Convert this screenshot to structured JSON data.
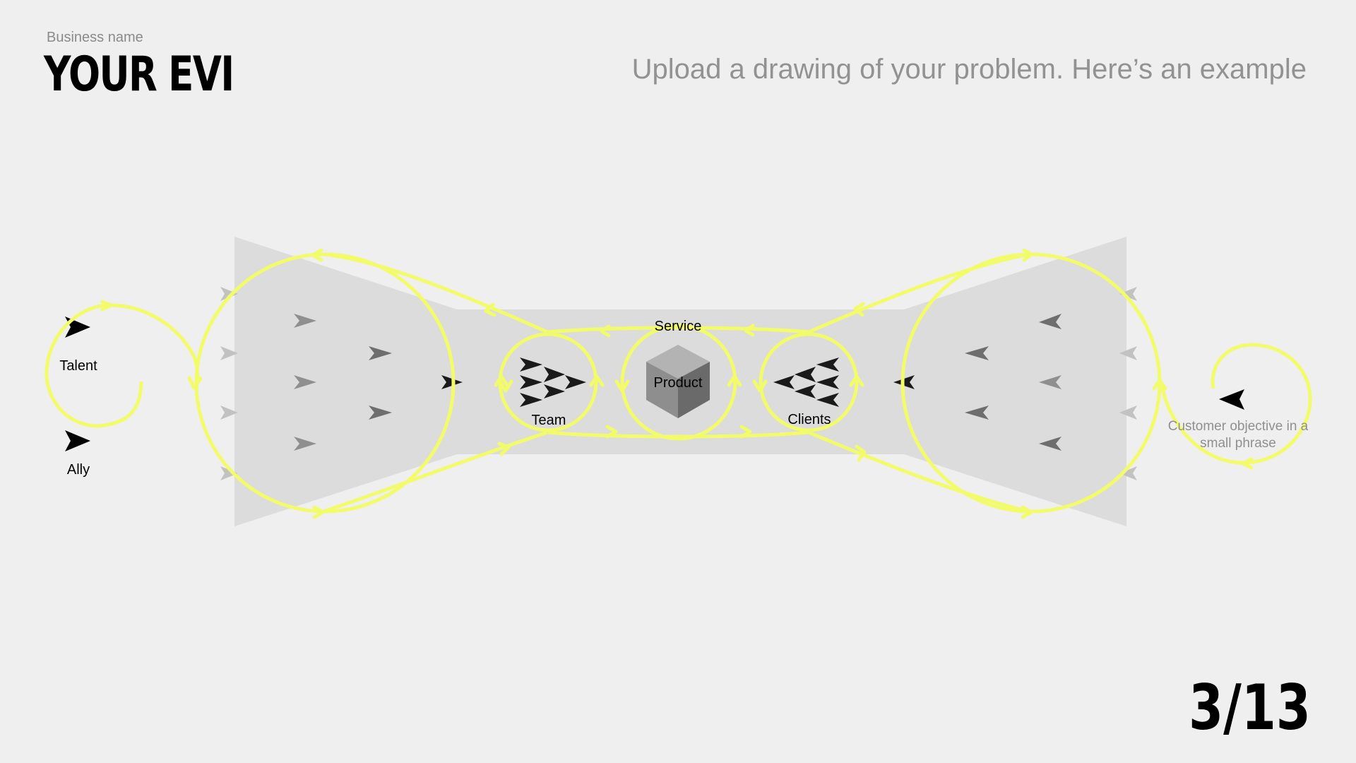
{
  "header": {
    "business_label": "Business name",
    "title": "YOUR EVI",
    "instruction": "Upload a drawing of your problem. Here’s an example"
  },
  "pagination": {
    "current": "3/13"
  },
  "diagram": {
    "labels": {
      "talent": "Talent",
      "ally": "Ally",
      "team": "Team",
      "service": "Service",
      "product": "Product",
      "clients": "Clients",
      "customer_objective": [
        "Customer objective in a",
        "small phrase"
      ]
    },
    "colors": {
      "flow_loops": "#f2fb6a",
      "funnel": "#dcdcdc",
      "background": "#efefef",
      "arrow_dark": "#1a1a1a",
      "arrow_mid": "#6e6e6e",
      "arrow_light": "#b5b5b5"
    }
  }
}
